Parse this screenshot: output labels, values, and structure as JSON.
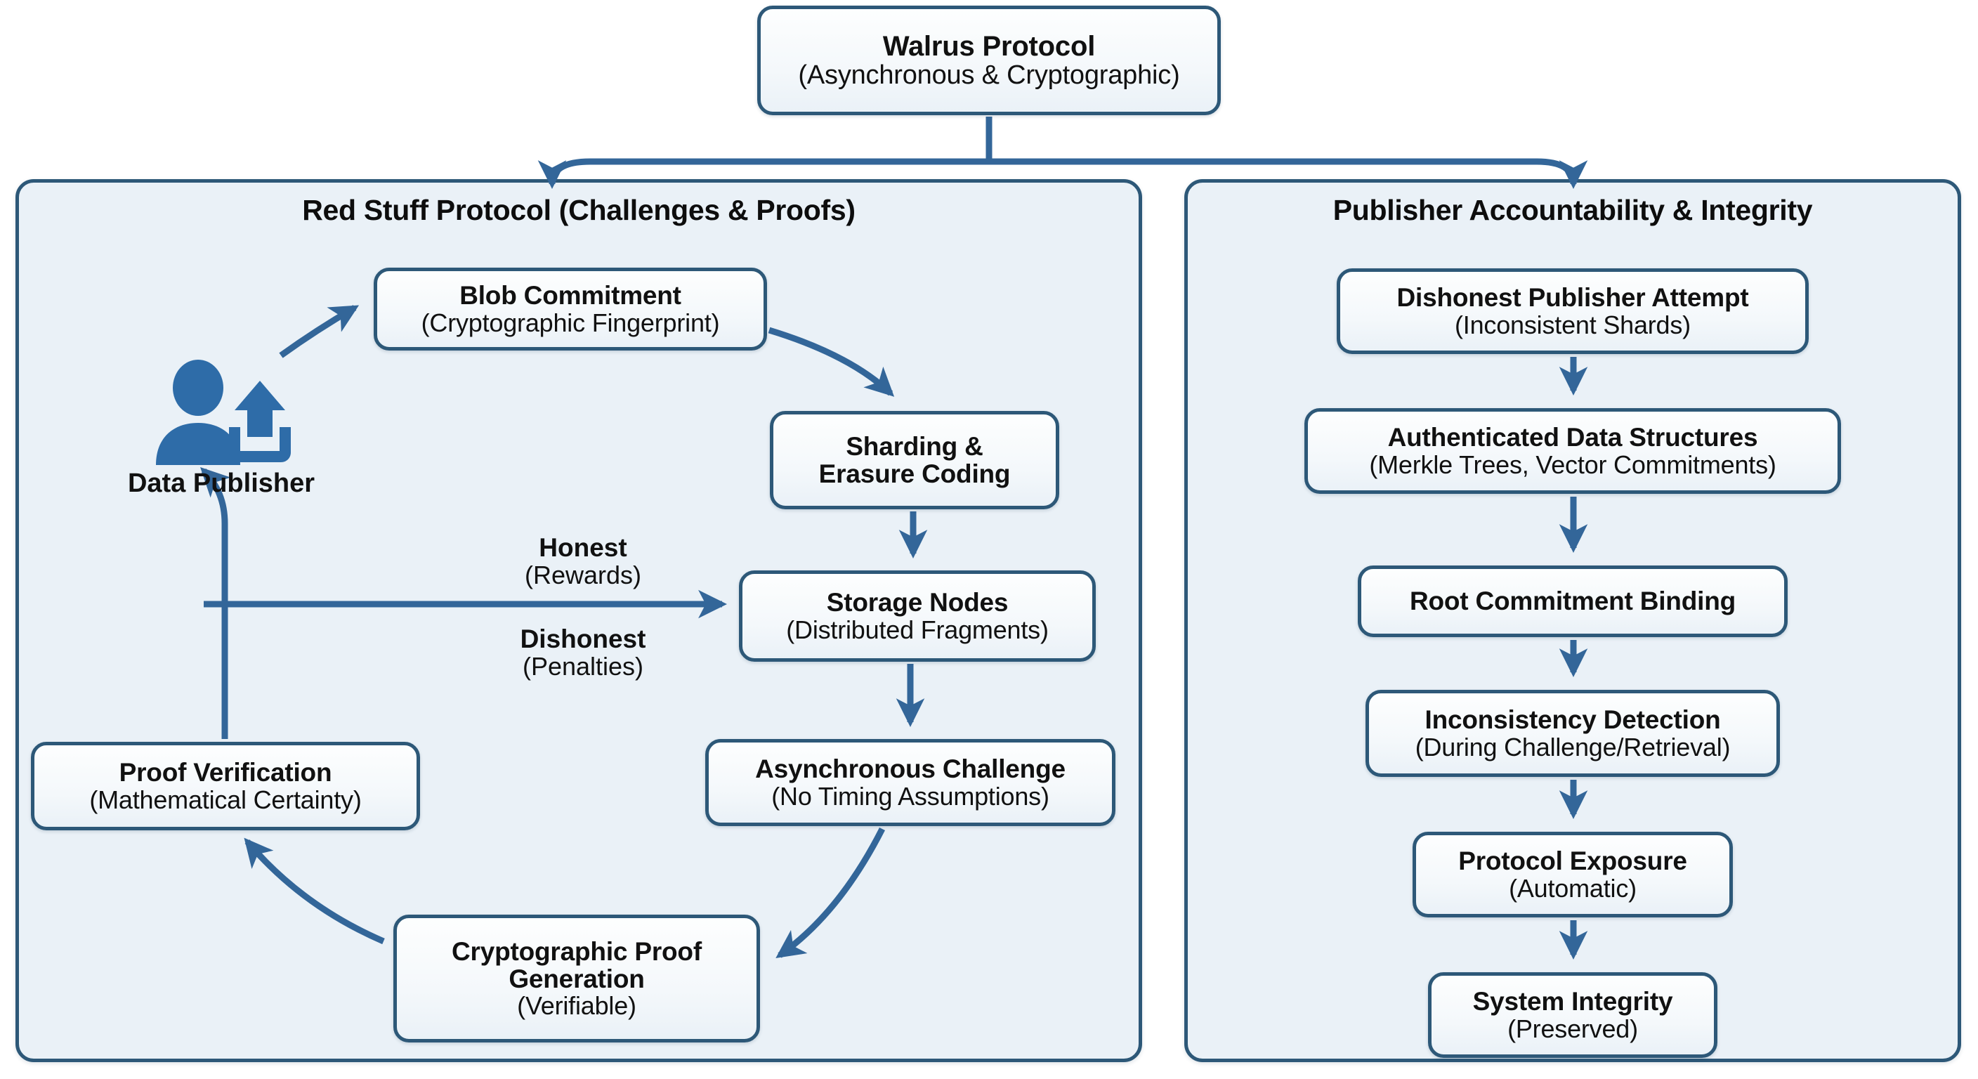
{
  "root": {
    "title": "Walrus Protocol",
    "subtitle": "(Asynchronous & Cryptographic)"
  },
  "left_panel": {
    "title": "Red Stuff Protocol (Challenges & Proofs)",
    "actor": {
      "label": "Data Publisher",
      "icon": "user-upload-icon"
    },
    "edge_labels": [
      {
        "primary": "Honest",
        "secondary": "(Rewards)"
      },
      {
        "primary": "Dishonest",
        "secondary": "(Penalties)"
      }
    ],
    "nodes": [
      {
        "title": "Blob Commitment",
        "subtitle": "(Cryptographic Fingerprint)"
      },
      {
        "title": "Sharding &",
        "title2": "Erasure Coding",
        "subtitle": ""
      },
      {
        "title": "Storage Nodes",
        "subtitle": "(Distributed Fragments)"
      },
      {
        "title": "Asynchronous Challenge",
        "subtitle": "(No Timing Assumptions)"
      },
      {
        "title": "Cryptographic Proof",
        "title2": "Generation",
        "subtitle": "(Verifiable)"
      },
      {
        "title": "Proof Verification",
        "subtitle": "(Mathematical Certainty)"
      }
    ]
  },
  "right_panel": {
    "title": "Publisher Accountability & Integrity",
    "nodes": [
      {
        "title": "Dishonest Publisher Attempt",
        "subtitle": "(Inconsistent Shards)"
      },
      {
        "title": "Authenticated Data Structures",
        "subtitle": "(Merkle Trees, Vector Commitments)"
      },
      {
        "title": "Root Commitment Binding",
        "subtitle": ""
      },
      {
        "title": "Inconsistency Detection",
        "subtitle": "(During Challenge/Retrieval)"
      },
      {
        "title": "Protocol Exposure",
        "subtitle": "(Automatic)"
      },
      {
        "title": "System Integrity",
        "subtitle": "(Preserved)"
      }
    ]
  },
  "colors": {
    "border": "#2d5878",
    "panel_fill": "#eaf1f7",
    "node_fill": "#f7fafc",
    "arrow": "#336699",
    "actor_blue": "#2e6ca8",
    "text": "#111111",
    "page_background": "#ffffff"
  }
}
